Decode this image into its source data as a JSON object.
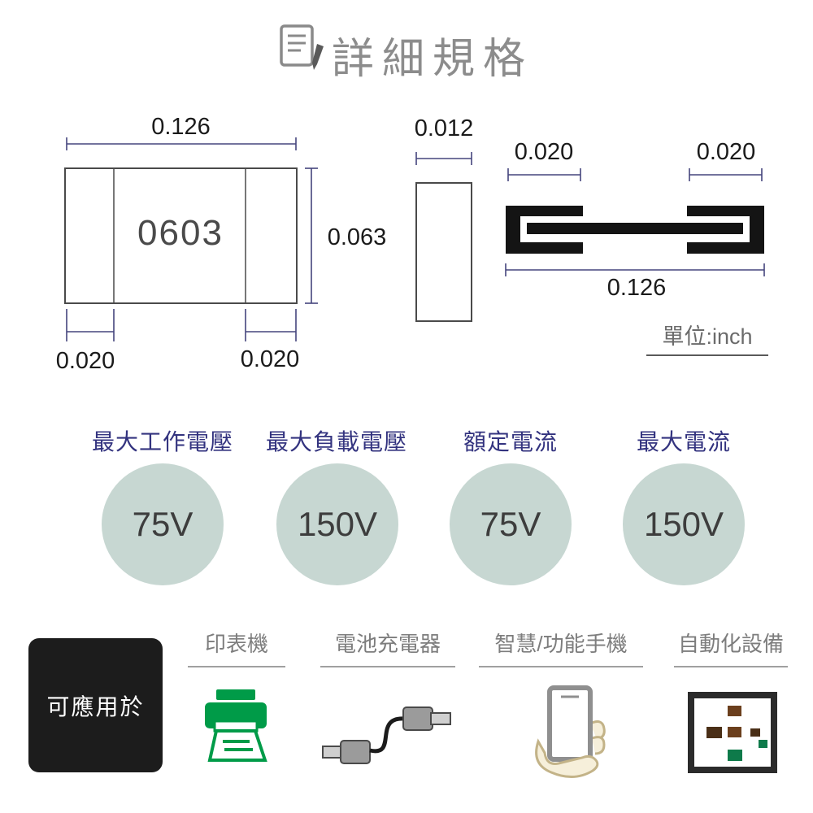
{
  "page": {
    "title": "詳細規格"
  },
  "diagram": {
    "unit_label": "單位:inch",
    "top_view": {
      "part_number": "0603",
      "width": "0.126",
      "height": "0.063",
      "left_pad": "0.020",
      "right_pad": "0.020"
    },
    "side_view": {
      "thickness": "0.012"
    },
    "profile_view": {
      "left_terminal": "0.020",
      "right_terminal": "0.020",
      "length": "0.126"
    }
  },
  "specs": [
    {
      "label": "最大工作電壓",
      "value": "75V"
    },
    {
      "label": "最大負載電壓",
      "value": "150V"
    },
    {
      "label": "額定電流",
      "value": "75V"
    },
    {
      "label": "最大電流",
      "value": "150V"
    }
  ],
  "applications": {
    "heading": "可應用於",
    "items": [
      {
        "label": "印表機",
        "icon": "printer-icon"
      },
      {
        "label": "電池充電器",
        "icon": "charger-cable-icon"
      },
      {
        "label": "智慧/功能手機",
        "icon": "phone-in-hand-icon"
      },
      {
        "label": "自動化設備",
        "icon": "automation-equipment-icon"
      }
    ]
  },
  "colors": {
    "accent_navy": "#33337f",
    "dimension_line": "#45457d",
    "circle_fill": "#c7d7d2",
    "printer_green": "#009b48",
    "panel_black": "#1c1c1c",
    "automation_brown": "#6b3f1d",
    "automation_dark_brown": "#4a2f17",
    "automation_green": "#0e7a4a"
  }
}
